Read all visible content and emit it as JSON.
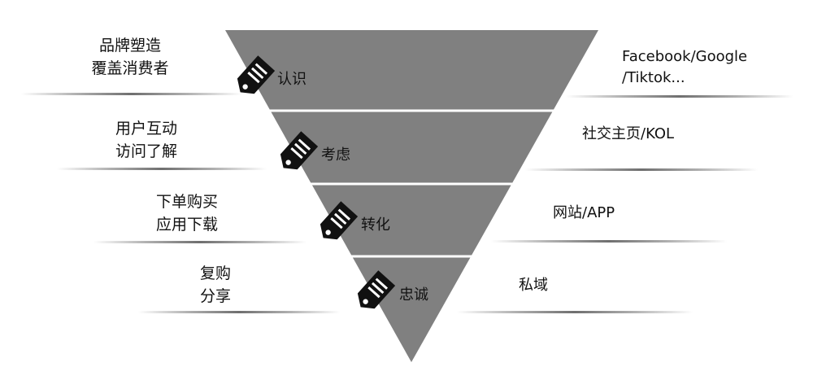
{
  "stages": [
    {
      "label": "认识",
      "left": "品牌塑造\n覆盖消费者",
      "right": "Facebook/Google\n/Tiktok..."
    },
    {
      "label": "考虑",
      "left": "用户互动\n访问了解",
      "right": "社交主页/KOL"
    },
    {
      "label": "转化",
      "left": "下单购买\n应用下载",
      "right": "网站/APP"
    },
    {
      "label": "忠诚",
      "left": "复购\n分享",
      "right": "私域"
    }
  ],
  "colors": {
    "funnel": "#808080",
    "divider": "#ffffff",
    "tag": "#111111",
    "rule": "#9a9a9a"
  },
  "icons": {
    "stage_marker": "price-tag-icon"
  }
}
